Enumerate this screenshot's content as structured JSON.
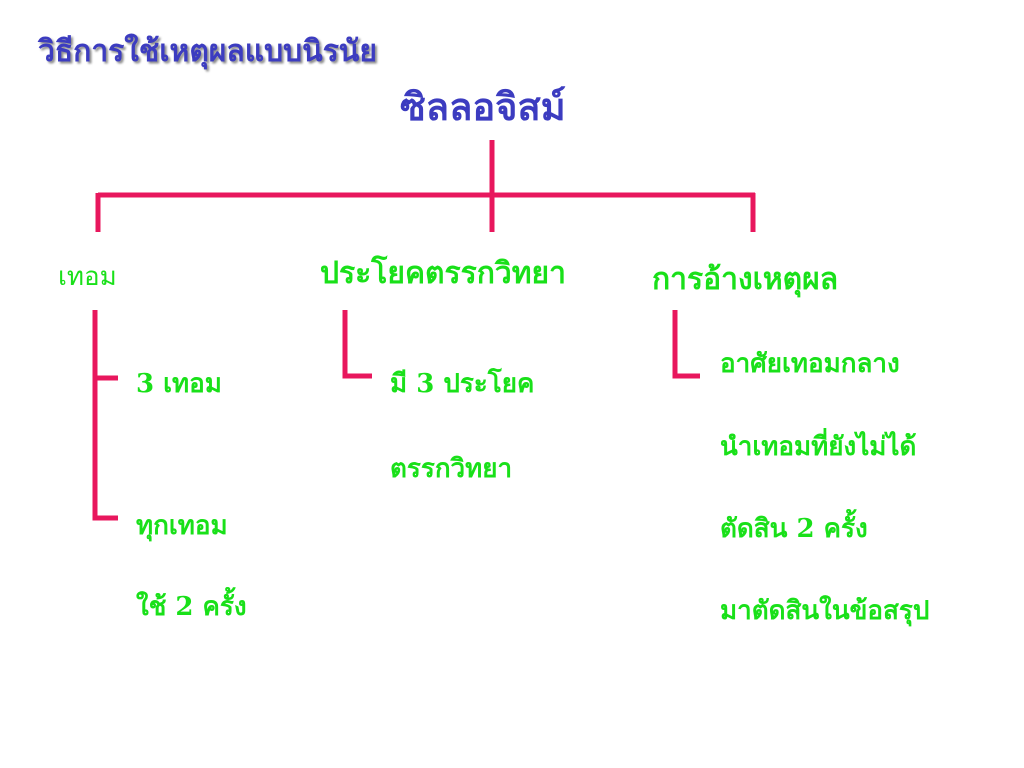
{
  "slide": {
    "title": "วิธีการใช้เหตุผลแบบนิรนัย"
  },
  "diagram": {
    "root": "ซิลลอจิสม์",
    "branches": [
      {
        "label": "เทอม",
        "items": [
          {
            "lines": [
              "3 เทอม"
            ]
          },
          {
            "lines": [
              "ทุกเทอม",
              "ใช้ 2 ครั้ง"
            ]
          }
        ]
      },
      {
        "label": "ประโยคตรรกวิทยา",
        "items": [
          {
            "lines": [
              "มี 3 ประโยค",
              "ตรรกวิทยา"
            ]
          }
        ]
      },
      {
        "label": "การอ้างเหตุผล",
        "items": [
          {
            "lines": [
              "อาศัยเทอมกลาง",
              "นำเทอมที่ยังไม่ได้",
              "ตัดสิน 2 ครั้ง",
              "มาตัดสินในข้อสรุป"
            ]
          }
        ]
      }
    ]
  },
  "colors": {
    "title": "#3c3cc0",
    "connector": "#e8175d",
    "text": "#19e019"
  }
}
